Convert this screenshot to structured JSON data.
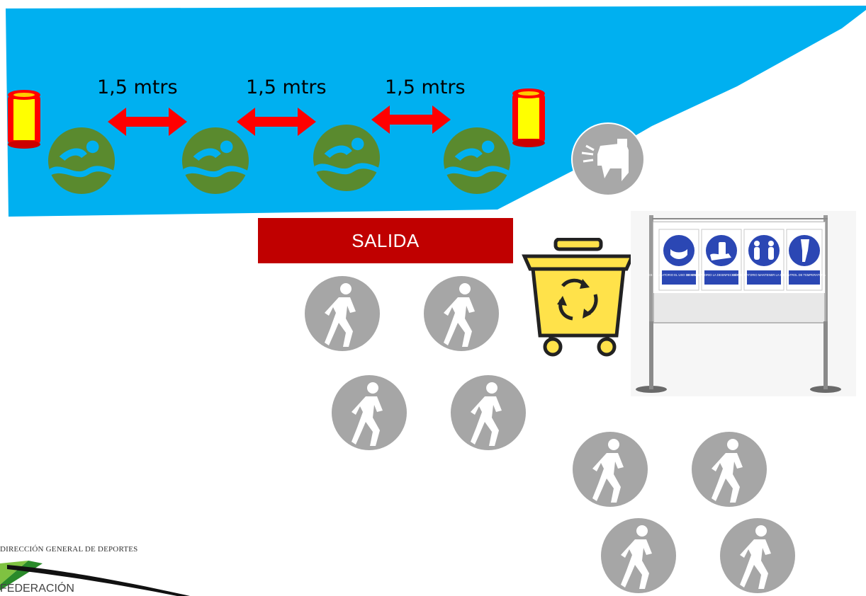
{
  "pool": {
    "distances": [
      "1,5 mtrs",
      "1,5 mtrs",
      "1,5 mtrs"
    ],
    "swimmer_icon": "swimmer-icon",
    "lane_marker_icon": "lane-buoy-icon",
    "arrow_icon": "double-arrow-icon",
    "water_color": "#00b0f0",
    "swimmer_color": "#5a8a2e",
    "arrow_color": "#ff0000"
  },
  "exit": {
    "label": "SALIDA",
    "color": "#c00000"
  },
  "sanitizer_icon": "sanitizer-dispenser-icon",
  "bin_icon": "recycling-bin-icon",
  "info_board": {
    "signs": [
      {
        "icon": "mask-icon",
        "caption": "ES OBLIGATORIO EL USO DE MASCARILLA"
      },
      {
        "icon": "hand-sanitizer-icon",
        "caption": "ES OBLIGATORIO LA DESINFECCIÓN DE MANOS"
      },
      {
        "icon": "distance-icon",
        "caption": "ES OBLIGATORIO MANTENER LA DISTANCIA"
      },
      {
        "icon": "thermometer-icon",
        "caption": "CONTROL DE TEMPERATURA"
      }
    ]
  },
  "walker_icon": "pedestrian-icon",
  "logo": {
    "line1": "DIRECCIÓN GENERAL DE DEPORTES",
    "line2": "FEDERACIÓN"
  }
}
